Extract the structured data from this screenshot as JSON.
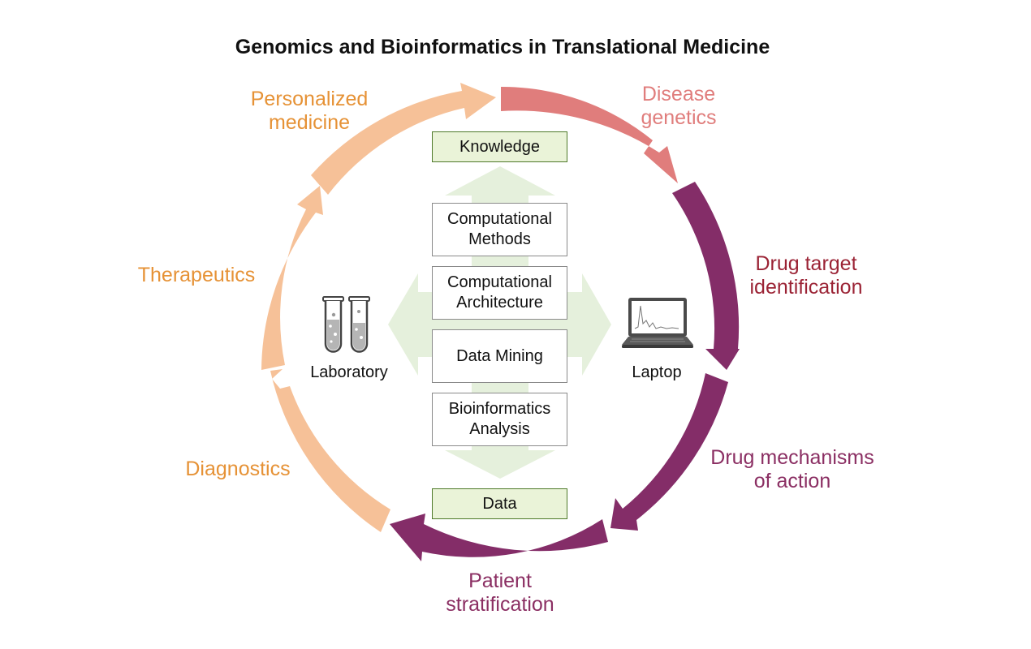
{
  "title": "Genomics and Bioinformatics in Translational Medicine",
  "cycle_stages": [
    {
      "id": "disease-genetics",
      "label": "Disease\ngenetics",
      "color": "#e07d7c"
    },
    {
      "id": "drug-target-identification",
      "label": "Drug target\nidentification",
      "color": "#9b2335"
    },
    {
      "id": "drug-mechanisms-of-action",
      "label": "Drug mechanisms\nof action",
      "color": "#8b2f63"
    },
    {
      "id": "patient-stratification",
      "label": "Patient\nstratification",
      "color": "#8b2f63"
    },
    {
      "id": "diagnostics",
      "label": "Diagnostics",
      "color": "#e69236"
    },
    {
      "id": "therapeutics",
      "label": "Therapeutics",
      "color": "#e69236"
    },
    {
      "id": "personalized-medicine",
      "label": "Personalized\nmedicine",
      "color": "#e69236"
    }
  ],
  "arc_colors": {
    "pink": "#e07d7c",
    "purple": "#842d68",
    "peach": "#f6c198"
  },
  "center_stack": {
    "top": "Knowledge",
    "boxes": [
      "Computational\nMethods",
      "Computational\nArchitecture",
      "Data Mining",
      "Bioinformatics\nAnalysis"
    ],
    "bottom": "Data"
  },
  "side_icons": {
    "left": {
      "label": "Laboratory",
      "icon": "test-tubes-icon"
    },
    "right": {
      "label": "Laptop",
      "icon": "laptop-icon"
    }
  }
}
